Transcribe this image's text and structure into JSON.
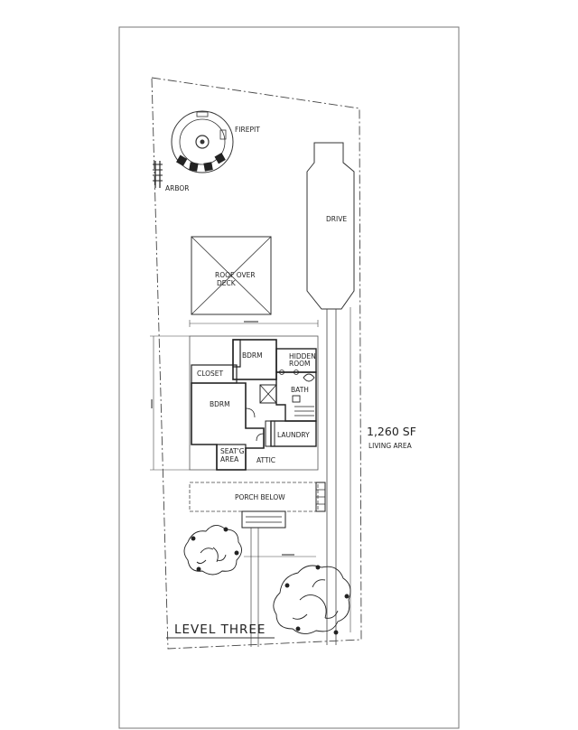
{
  "labels": {
    "firepit": "FIREPIT",
    "arbor": "ARBOR",
    "drive": "DRIVE",
    "roof_over_deck_1": "ROOF OVER",
    "roof_over_deck_2": "DECK",
    "bdrm_top": "BDRM",
    "hidden_room_1": "HIDDEN",
    "hidden_room_2": "ROOM",
    "closet": "CLOSET",
    "bath": "BATH",
    "bdrm_left": "BDRM",
    "laundry": "LAUNDRY",
    "seating_1": "SEAT'G",
    "seating_2": "AREA",
    "attic": "ATTIC",
    "porch_below": "PORCH BELOW",
    "area_value": "1,260 SF",
    "area_caption": "LIVING AREA",
    "level_title": "LEVEL THREE"
  }
}
